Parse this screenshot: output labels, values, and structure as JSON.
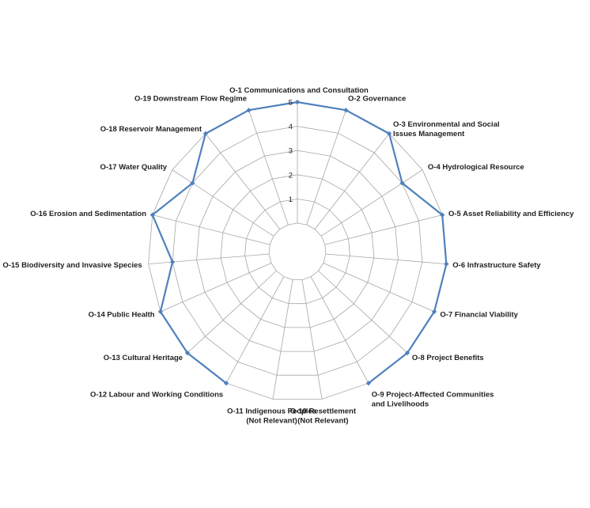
{
  "chart_data": {
    "type": "radar",
    "categories": [
      [
        "O-1 Communications and Consultation"
      ],
      [
        "O-2 Governance"
      ],
      [
        "O-3 Environmental and Social",
        "Issues Management"
      ],
      [
        "O-4 Hydrological Resource"
      ],
      [
        "O-5 Asset Reliability and Efficiency"
      ],
      [
        "O-6 Infrastructure Safety"
      ],
      [
        "O-7 Financial Viability"
      ],
      [
        "O-8 Project Benefits"
      ],
      [
        "O-9 Project-Affected Communities",
        "and Livelihoods"
      ],
      [
        "O-10 Resettlement",
        "(Not Relevant)"
      ],
      [
        "O-11 Indigenous Peoples",
        "(Not Relevant)"
      ],
      [
        "O-12 Labour and Working Conditions"
      ],
      [
        "O-13 Cultural Heritage"
      ],
      [
        "O-14 Public Health"
      ],
      [
        "O-15 Biodiversity and Invasive Species"
      ],
      [
        "O-16 Erosion and Sedimentation"
      ],
      [
        "O-17 Water Quality"
      ],
      [
        "O-18 Reservoir Management"
      ],
      [
        "O-19 Downstream Flow Regime"
      ]
    ],
    "values": [
      5,
      5,
      5,
      4,
      5,
      5,
      5,
      5,
      5,
      null,
      null,
      5,
      5,
      5,
      4,
      5,
      4,
      5,
      5
    ],
    "rmin": 0,
    "rmax": 5,
    "ticks": [
      1,
      2,
      3,
      4,
      5
    ],
    "grid": true,
    "series_color": "#4f81bd",
    "grid_color": "#a6a6a6"
  }
}
